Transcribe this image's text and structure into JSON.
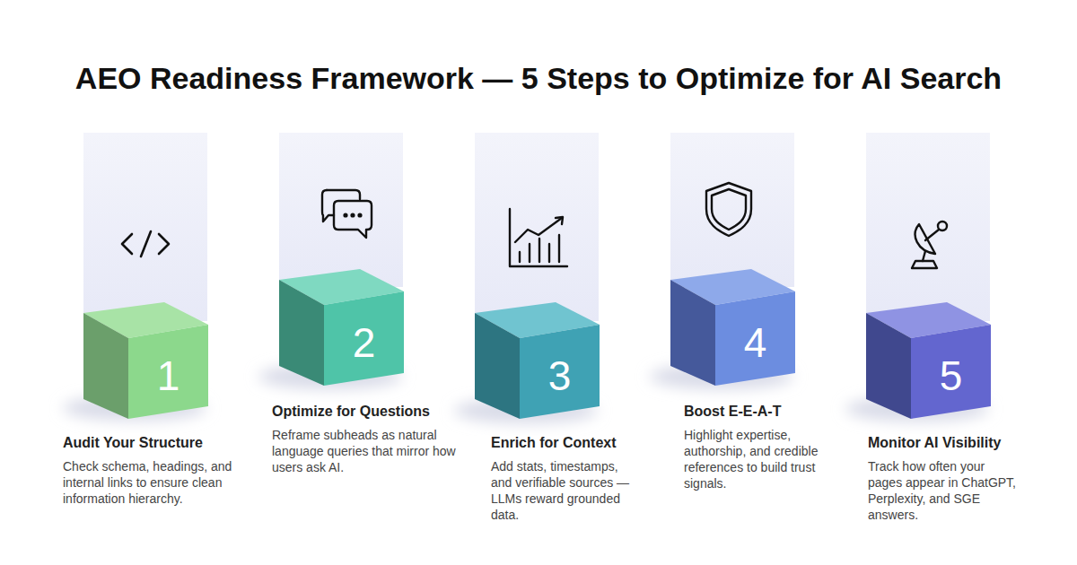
{
  "diagram": {
    "title": "AEO Readiness Framework — 5 Steps to Optimize for AI Search",
    "nodes": [
      {
        "text": [
          "1",
          "Audit Your Structure",
          "Check schema, headings, and internal links to ensure clean information hierarchy."
        ]
      },
      {
        "text": [
          "2",
          "Optimize for Questions",
          "Reframe subheads as natural language queries that mirror how users ask AI."
        ]
      },
      {
        "text": [
          "3",
          "Enrich for Context",
          "Add stats, timestamps, and verifiable sources — LLMs reward grounded data."
        ]
      },
      {
        "text": [
          "4",
          "Boost E-E-A-T",
          "Highlight expertise, authorship, and credible references to build trust signals."
        ]
      },
      {
        "text": [
          "5",
          "Monitor AI Visibility",
          "Track how often your pages appear in ChatGPT, Perplexity, and SGE answers."
        ]
      }
    ]
  }
}
